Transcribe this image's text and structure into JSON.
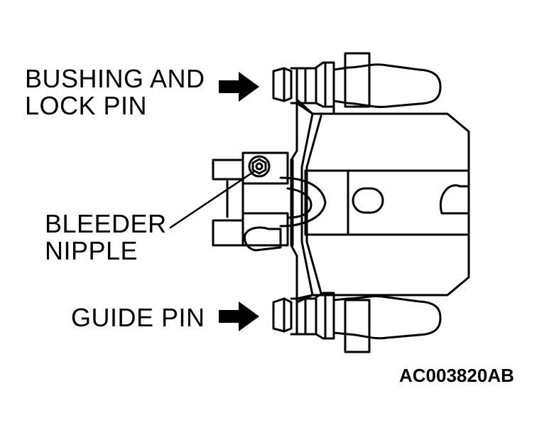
{
  "labels": {
    "bushing_line1": "BUSHING AND",
    "bushing_line2": "LOCK PIN",
    "bleeder_line1": "BLEEDER",
    "bleeder_line2": "NIPPLE",
    "guide": "GUIDE PIN"
  },
  "figure_id": "AC003820AB",
  "colors": {
    "ink": "#000000",
    "paper": "#ffffff"
  }
}
